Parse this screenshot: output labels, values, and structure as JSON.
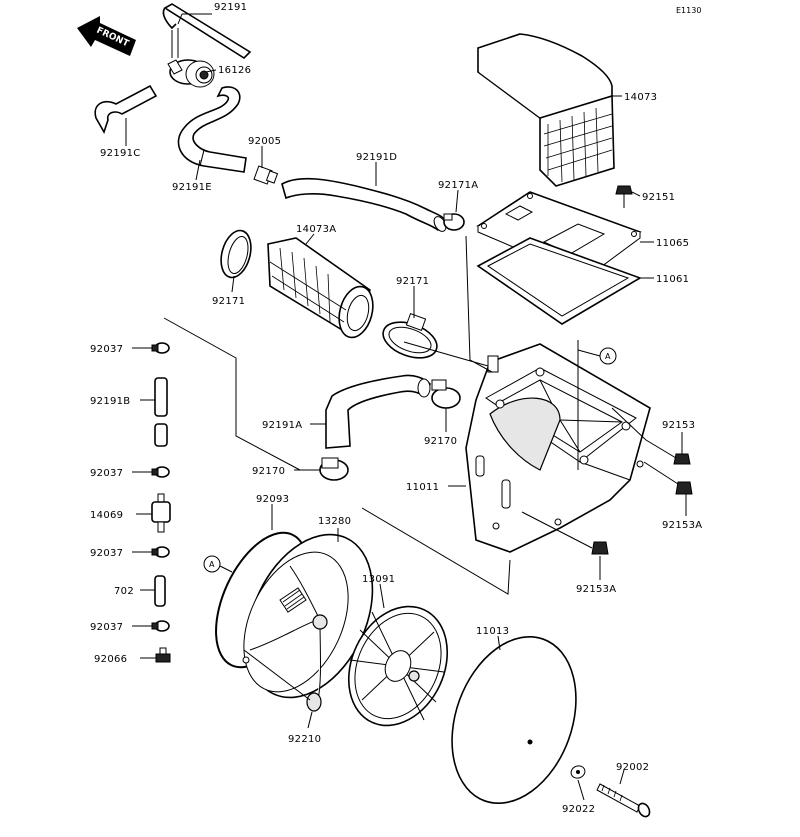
{
  "diagram": {
    "code": "E1130",
    "front_label": "FRONT",
    "ref_marker": "A",
    "part_labels": {
      "p92191": "92191",
      "p16126": "16126",
      "p92191C": "92191C",
      "p92191E": "92191E",
      "p92005": "92005",
      "p92191D": "92191D",
      "p14073": "14073",
      "p92171A": "92171A",
      "p92151": "92151",
      "p11065": "11065",
      "p11061": "11061",
      "p14073A": "14073A",
      "p92171_left": "92171",
      "p92171_right": "92171",
      "p92037_1": "92037",
      "p92191B": "92191B",
      "p92191A": "92191A",
      "p92170_a": "92170",
      "p92153": "92153",
      "p92037_2": "92037",
      "p92170_b": "92170",
      "p11011": "11011",
      "p92153A_1": "92153A",
      "p14069": "14069",
      "p92093": "92093",
      "p13280": "13280",
      "p92037_3": "92037",
      "p92153A_2": "92153A",
      "p702": "702",
      "p13091": "13091",
      "p11013": "11013",
      "p92037_4": "92037",
      "p92066": "92066",
      "p92210": "92210",
      "p92002": "92002",
      "p92022": "92022"
    }
  }
}
